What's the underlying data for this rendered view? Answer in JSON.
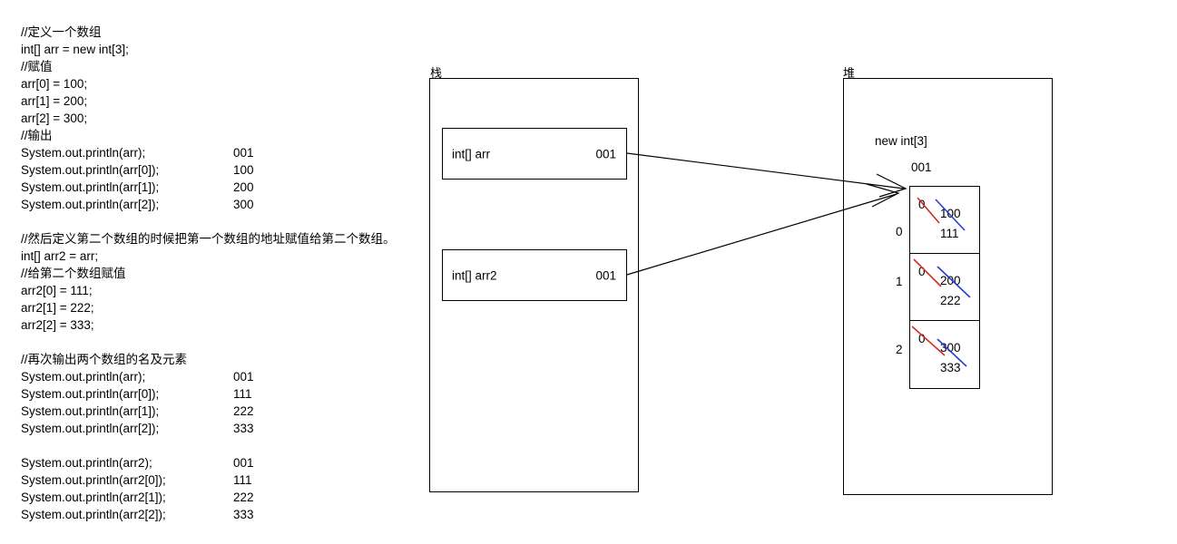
{
  "code": {
    "lines": [
      {
        "text": "//定义一个数组",
        "value": ""
      },
      {
        "text": "int[] arr = new int[3];",
        "value": ""
      },
      {
        "text": "//赋值",
        "value": ""
      },
      {
        "text": "arr[0] = 100;",
        "value": ""
      },
      {
        "text": "arr[1] = 200;",
        "value": ""
      },
      {
        "text": "arr[2] = 300;",
        "value": ""
      },
      {
        "text": "//输出",
        "value": ""
      },
      {
        "text": "System.out.println(arr);",
        "value": "001"
      },
      {
        "text": "System.out.println(arr[0]);",
        "value": "100"
      },
      {
        "text": "System.out.println(arr[1]);",
        "value": "200"
      },
      {
        "text": "System.out.println(arr[2]);",
        "value": "300"
      },
      {
        "text": "",
        "value": ""
      },
      {
        "text": "//然后定义第二个数组的时候把第一个数组的地址赋值给第二个数组。",
        "value": ""
      },
      {
        "text": "int[] arr2 = arr;",
        "value": ""
      },
      {
        "text": "//给第二个数组赋值",
        "value": ""
      },
      {
        "text": "arr2[0] = 111;",
        "value": ""
      },
      {
        "text": "arr2[1] = 222;",
        "value": ""
      },
      {
        "text": "arr2[2] = 333;",
        "value": ""
      },
      {
        "text": "",
        "value": ""
      },
      {
        "text": "//再次输出两个数组的名及元素",
        "value": ""
      },
      {
        "text": "System.out.println(arr);",
        "value": "001"
      },
      {
        "text": "System.out.println(arr[0]);",
        "value": "111"
      },
      {
        "text": "System.out.println(arr[1]);",
        "value": "222"
      },
      {
        "text": "System.out.println(arr[2]);",
        "value": "333"
      },
      {
        "text": "",
        "value": ""
      },
      {
        "text": "System.out.println(arr2);",
        "value": "001"
      },
      {
        "text": "System.out.println(arr2[0]);",
        "value": "111"
      },
      {
        "text": "System.out.println(arr2[1]);",
        "value": "222"
      },
      {
        "text": "System.out.println(arr2[2]);",
        "value": "333"
      }
    ]
  },
  "stack": {
    "label": "栈",
    "variables": [
      {
        "name": "int[] arr",
        "address": "001"
      },
      {
        "name": "int[] arr2",
        "address": "001"
      }
    ]
  },
  "heap": {
    "label": "堆",
    "object_title": "new int[3]",
    "object_address": "001",
    "cells": [
      {
        "index": "0",
        "initial": "0",
        "old": "100",
        "current": "111"
      },
      {
        "index": "1",
        "initial": "0",
        "old": "200",
        "current": "222"
      },
      {
        "index": "2",
        "initial": "0",
        "old": "300",
        "current": "333"
      }
    ]
  },
  "colors": {
    "initial_strike": "#d42b24",
    "old_strike": "#2b3bd4",
    "text": "#000000",
    "border": "#000000"
  }
}
